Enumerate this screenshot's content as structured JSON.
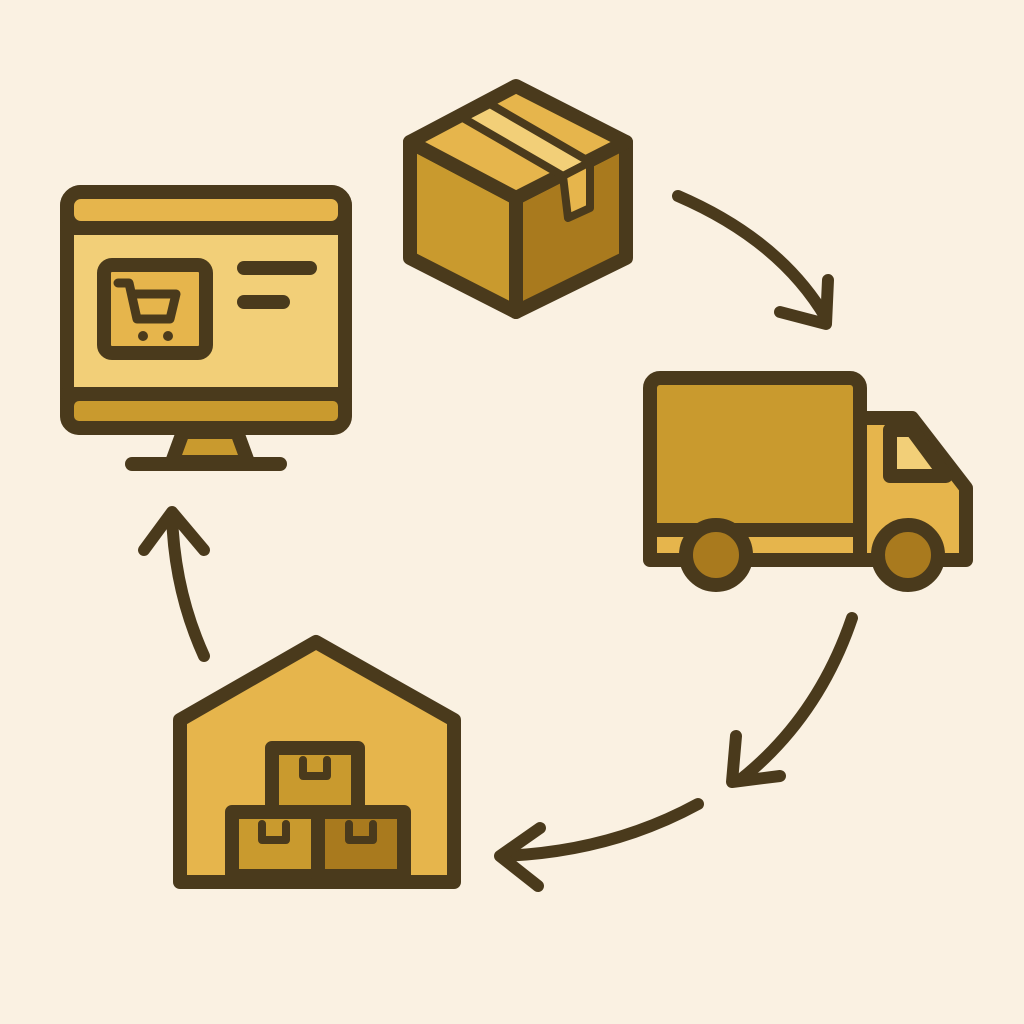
{
  "colors": {
    "background": "#FAF1E2",
    "outline": "#4A3A1C",
    "light_fill": "#F2CF78",
    "mid_fill": "#E6B54C",
    "dark_fill": "#C99A2E",
    "deep_fill": "#A97A1E"
  },
  "diagram": {
    "nodes": [
      {
        "id": "computer",
        "icon": "computer-shopping-cart-icon"
      },
      {
        "id": "package",
        "icon": "package-box-icon"
      },
      {
        "id": "truck",
        "icon": "delivery-truck-icon"
      },
      {
        "id": "warehouse",
        "icon": "warehouse-icon"
      }
    ],
    "edges": [
      {
        "from": "package",
        "to": "truck"
      },
      {
        "from": "truck",
        "to": "warehouse"
      },
      {
        "from": "warehouse",
        "to": "computer"
      }
    ]
  }
}
